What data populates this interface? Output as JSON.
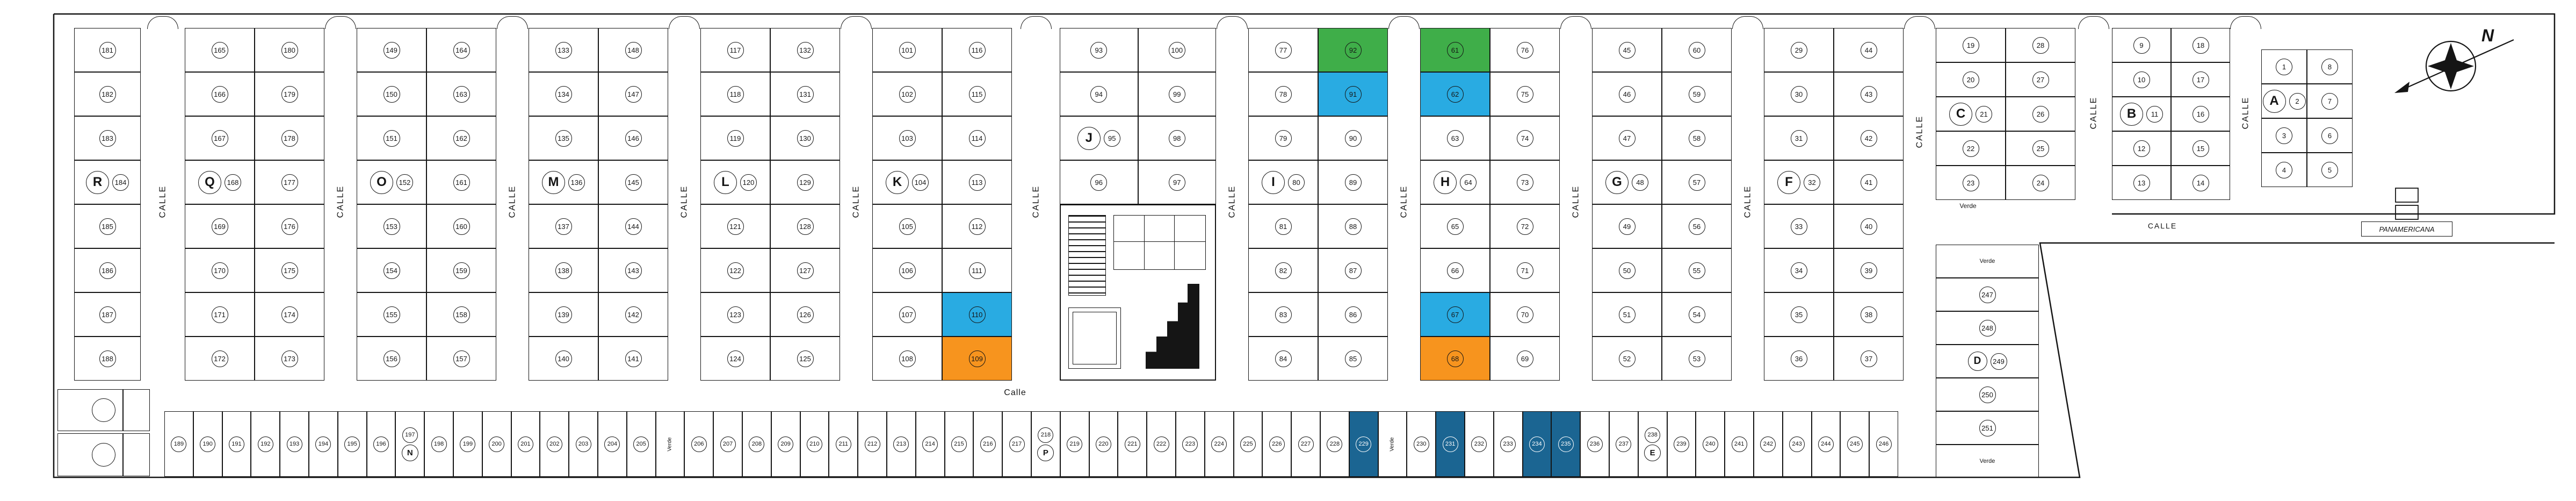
{
  "labels": {
    "street": "CALLE",
    "street_bottom": "Calle",
    "verde": "Verde",
    "access_road": "PANAMERICANA",
    "north": "N"
  },
  "colors": {
    "green": "#3fae49",
    "blue": "#29abe2",
    "orange": "#f7941e",
    "dark_blue": "#1b6592"
  },
  "blocks": [
    {
      "id": "A",
      "label": "A",
      "badge_row": 2,
      "columns": [
        [
          1,
          2,
          3,
          4
        ],
        [
          8,
          7,
          6,
          5
        ]
      ]
    },
    {
      "id": "B",
      "label": "B",
      "badge_row": 3,
      "columns": [
        [
          9,
          10,
          11,
          12,
          13
        ],
        [
          18,
          17,
          16,
          15,
          14
        ]
      ]
    },
    {
      "id": "C",
      "label": "C",
      "badge_row": 3,
      "columns": [
        [
          19,
          20,
          21,
          22,
          23
        ],
        [
          28,
          27,
          26,
          25,
          24
        ]
      ]
    },
    {
      "id": "F",
      "label": "F",
      "badge_row": 4,
      "columns": [
        [
          29,
          30,
          31,
          32,
          33,
          34,
          35,
          36
        ],
        [
          44,
          43,
          42,
          41,
          40,
          39,
          38,
          37
        ]
      ]
    },
    {
      "id": "G",
      "label": "G",
      "badge_row": 4,
      "columns": [
        [
          45,
          46,
          47,
          48,
          49,
          50,
          51,
          52
        ],
        [
          60,
          59,
          58,
          57,
          56,
          55,
          54,
          53
        ]
      ]
    },
    {
      "id": "H",
      "label": "H",
      "badge_row": 4,
      "columns": [
        [
          {
            "n": 61,
            "c": "green"
          },
          {
            "n": 62,
            "c": "blue"
          },
          63,
          64,
          65,
          66,
          {
            "n": 67,
            "c": "blue"
          },
          {
            "n": 68,
            "c": "orange"
          }
        ],
        [
          76,
          75,
          74,
          73,
          72,
          71,
          70,
          69
        ]
      ]
    },
    {
      "id": "I",
      "label": "I",
      "badge_row": 4,
      "columns": [
        [
          77,
          78,
          79,
          80,
          81,
          82,
          83,
          84
        ],
        [
          {
            "n": 92,
            "c": "green"
          },
          {
            "n": 91,
            "c": "blue"
          },
          90,
          89,
          88,
          87,
          86,
          85
        ]
      ]
    },
    {
      "id": "J",
      "label": "J",
      "badge_row": 3,
      "columns": [
        [
          93,
          94,
          95,
          96
        ],
        [
          100,
          99,
          98,
          97
        ]
      ]
    },
    {
      "id": "K",
      "label": "K",
      "badge_row": 4,
      "columns": [
        [
          101,
          102,
          103,
          104,
          105,
          106,
          107,
          108
        ],
        [
          116,
          115,
          114,
          113,
          112,
          111,
          {
            "n": 110,
            "c": "blue"
          },
          {
            "n": 109,
            "c": "orange"
          }
        ]
      ]
    },
    {
      "id": "L",
      "label": "L",
      "badge_row": 4,
      "columns": [
        [
          117,
          118,
          119,
          120,
          121,
          122,
          123,
          124
        ],
        [
          132,
          131,
          130,
          129,
          128,
          127,
          126,
          125
        ]
      ]
    },
    {
      "id": "M",
      "label": "M",
      "badge_row": 4,
      "columns": [
        [
          133,
          134,
          135,
          136,
          137,
          138,
          139,
          140
        ],
        [
          148,
          147,
          146,
          145,
          144,
          143,
          142,
          141
        ]
      ]
    },
    {
      "id": "O",
      "label": "O",
      "badge_row": 4,
      "columns": [
        [
          149,
          150,
          151,
          152,
          153,
          154,
          155,
          156
        ],
        [
          164,
          163,
          162,
          161,
          160,
          159,
          158,
          157
        ]
      ]
    },
    {
      "id": "Q",
      "label": "Q",
      "badge_row": 4,
      "columns": [
        [
          165,
          166,
          167,
          168,
          169,
          170,
          171,
          172
        ],
        [
          180,
          179,
          178,
          177,
          176,
          175,
          174,
          173
        ]
      ]
    },
    {
      "id": "R",
      "label": "R",
      "badge_row": 4,
      "columns": [
        [
          181,
          182,
          183,
          184,
          185,
          186,
          187,
          188
        ]
      ]
    }
  ],
  "bottom_strip": {
    "cells": [
      189,
      190,
      191,
      192,
      193,
      194,
      195,
      196,
      {
        "n": 197,
        "badge": "N"
      },
      198,
      199,
      200,
      201,
      202,
      203,
      204,
      205,
      "verde",
      206,
      207,
      208,
      209,
      210,
      211,
      212,
      213,
      214,
      215,
      216,
      217,
      {
        "n": 218,
        "badge": "P"
      },
      219,
      220,
      221,
      222,
      223,
      224,
      225,
      226,
      227,
      228,
      {
        "n": 229,
        "c": "dark_blue"
      },
      "verde",
      230,
      {
        "n": 231,
        "c": "dark_blue"
      },
      232,
      233,
      {
        "n": 234,
        "c": "dark_blue"
      },
      {
        "n": 235,
        "c": "dark_blue"
      },
      236,
      237,
      {
        "n": 238,
        "badge": "E"
      },
      239,
      240,
      241,
      242,
      243,
      244,
      245,
      246
    ]
  },
  "d_column": {
    "label": "D",
    "cells": [
      "verde",
      247,
      248,
      {
        "n": 249,
        "badge": "D"
      },
      250,
      251,
      "verde"
    ]
  }
}
